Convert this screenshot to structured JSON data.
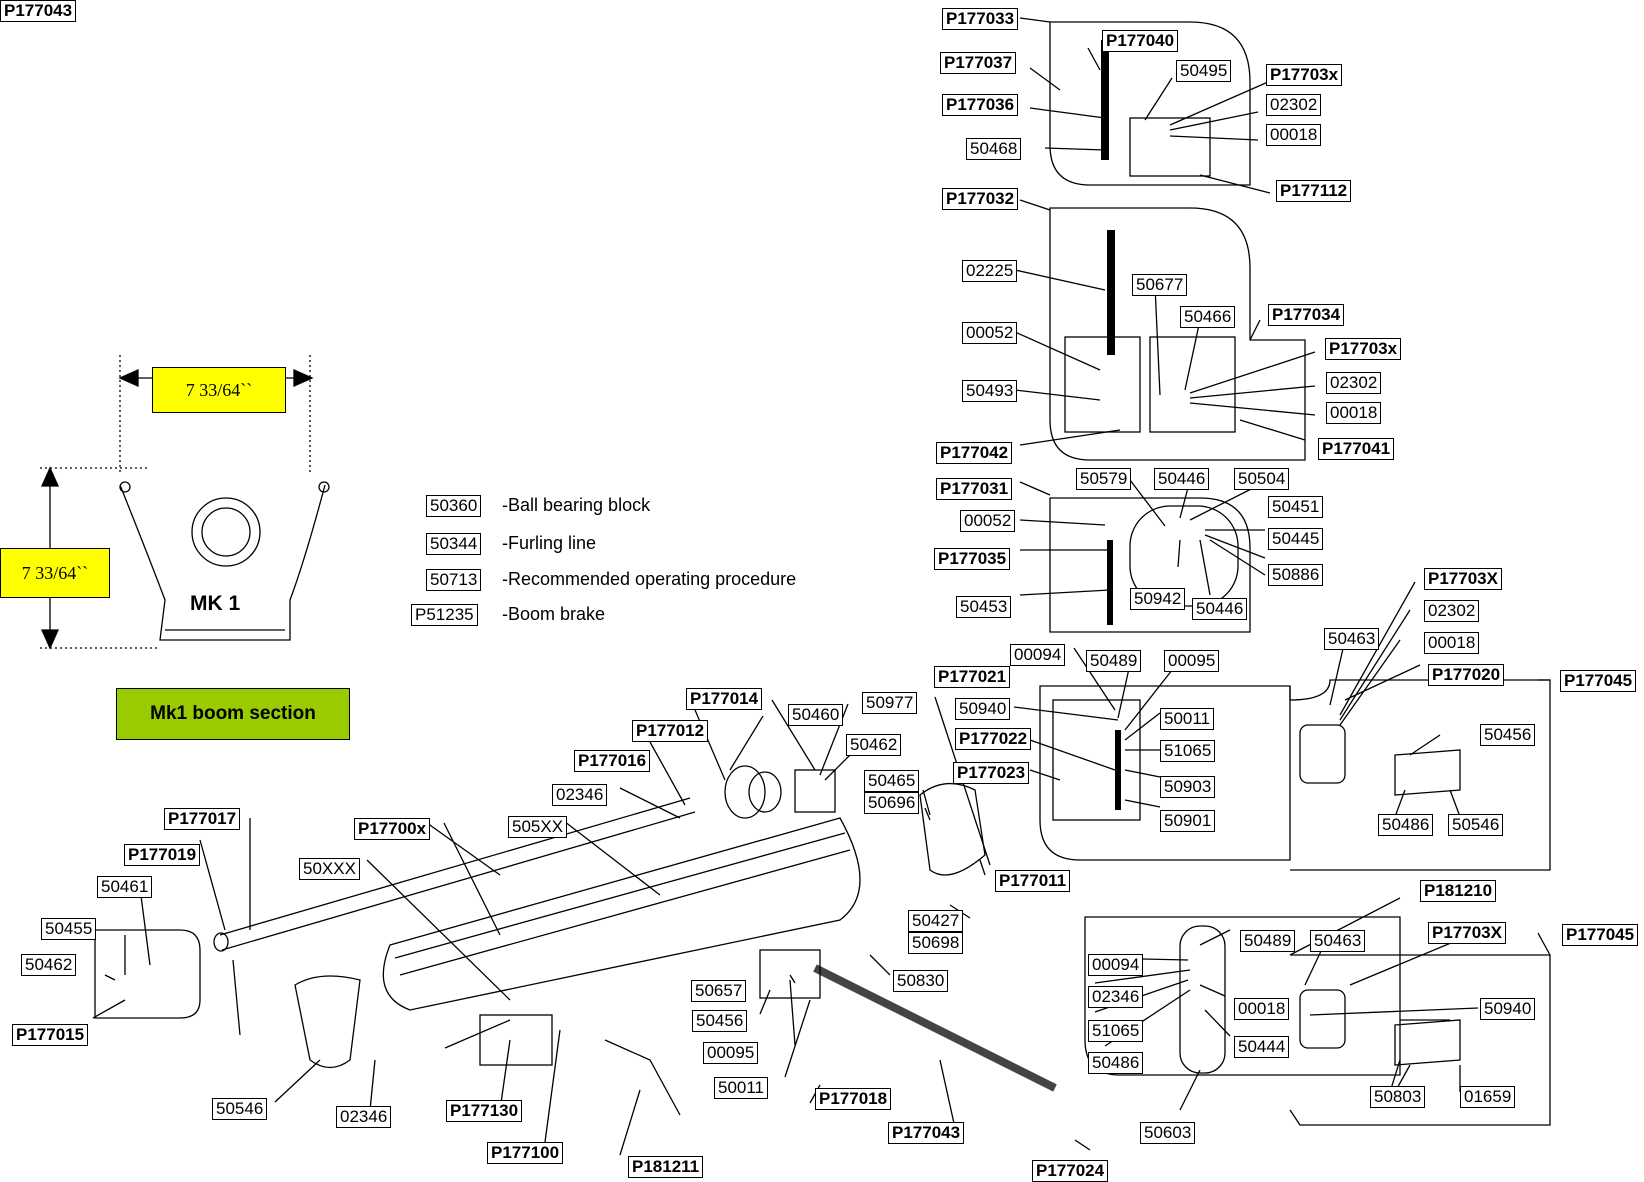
{
  "legend": [
    {
      "code": "50360",
      "text": "-Ball bearing block"
    },
    {
      "code": "50344",
      "text": "-Furling line"
    },
    {
      "code": "50713",
      "text": "-Recommended operating procedure"
    },
    {
      "code": "P51235",
      "text": "-Boom brake"
    }
  ],
  "boom_section": {
    "width_dim": "7  33/64``",
    "height_dim": "7  33/64``",
    "profile_label": "MK 1",
    "section_title": "Mk1 boom section"
  },
  "labels": [
    {
      "text": "P177033",
      "bold": true
    },
    {
      "text": "P177040",
      "bold": true
    },
    {
      "text": "P177037",
      "bold": true
    },
    {
      "text": "50495",
      "bold": false
    },
    {
      "text": "P17703x",
      "bold": true
    },
    {
      "text": "P177036",
      "bold": true
    },
    {
      "text": "02302",
      "bold": false
    },
    {
      "text": "00018",
      "bold": false
    },
    {
      "text": "50468",
      "bold": false
    },
    {
      "text": "P177112",
      "bold": true
    },
    {
      "text": "P177032",
      "bold": true
    },
    {
      "text": "02225",
      "bold": false
    },
    {
      "text": "50677",
      "bold": false
    },
    {
      "text": "50466",
      "bold": false
    },
    {
      "text": "P177034",
      "bold": true
    },
    {
      "text": "00052",
      "bold": false
    },
    {
      "text": "P17703x",
      "bold": true
    },
    {
      "text": "02302",
      "bold": false
    },
    {
      "text": "50493",
      "bold": false
    },
    {
      "text": "00018",
      "bold": false
    },
    {
      "text": "P177042",
      "bold": true
    },
    {
      "text": "P177041",
      "bold": true
    },
    {
      "text": "50579",
      "bold": false
    },
    {
      "text": "50446",
      "bold": false
    },
    {
      "text": "50504",
      "bold": false
    },
    {
      "text": "P177031",
      "bold": true
    },
    {
      "text": "50451",
      "bold": false
    },
    {
      "text": "00052",
      "bold": false
    },
    {
      "text": "50445",
      "bold": false
    },
    {
      "text": "P177035",
      "bold": true
    },
    {
      "text": "50886",
      "bold": false
    },
    {
      "text": "50942",
      "bold": false
    },
    {
      "text": "50453",
      "bold": false
    },
    {
      "text": "50446",
      "bold": false
    },
    {
      "text": "P17703X",
      "bold": true
    },
    {
      "text": "02302",
      "bold": false
    },
    {
      "text": "50463",
      "bold": false
    },
    {
      "text": "00018",
      "bold": false
    },
    {
      "text": "00094",
      "bold": false
    },
    {
      "text": "50489",
      "bold": false
    },
    {
      "text": "00095",
      "bold": false
    },
    {
      "text": "P177021",
      "bold": true
    },
    {
      "text": "P177020",
      "bold": true
    },
    {
      "text": "P177045",
      "bold": true
    },
    {
      "text": "P177014",
      "bold": true
    },
    {
      "text": "50977",
      "bold": false
    },
    {
      "text": "50940",
      "bold": false
    },
    {
      "text": "50011",
      "bold": false
    },
    {
      "text": "50460",
      "bold": false
    },
    {
      "text": "P177012",
      "bold": true
    },
    {
      "text": "50456",
      "bold": false
    },
    {
      "text": "P177022",
      "bold": true
    },
    {
      "text": "51065",
      "bold": false
    },
    {
      "text": "50462",
      "bold": false
    },
    {
      "text": "P177016",
      "bold": true
    },
    {
      "text": "P177023",
      "bold": true
    },
    {
      "text": "50465",
      "bold": false
    },
    {
      "text": "50903",
      "bold": false
    },
    {
      "text": "02346",
      "bold": false
    },
    {
      "text": "50696",
      "bold": false
    },
    {
      "text": "50901",
      "bold": false
    },
    {
      "text": "50486",
      "bold": false
    },
    {
      "text": "50546",
      "bold": false
    },
    {
      "text": "505XX",
      "bold": false
    },
    {
      "text": "P177017",
      "bold": true
    },
    {
      "text": "P17700x",
      "bold": true
    },
    {
      "text": "P177019",
      "bold": true
    },
    {
      "text": "50XXX",
      "bold": false
    },
    {
      "text": "P177011",
      "bold": true
    },
    {
      "text": "50461",
      "bold": false
    },
    {
      "text": "P181210",
      "bold": true
    },
    {
      "text": "50427",
      "bold": false
    },
    {
      "text": "50698",
      "bold": false
    },
    {
      "text": "50455",
      "bold": false
    },
    {
      "text": "P17703X",
      "bold": true
    },
    {
      "text": "P177045",
      "bold": true
    },
    {
      "text": "50489",
      "bold": false
    },
    {
      "text": "50463",
      "bold": false
    },
    {
      "text": "50462",
      "bold": false
    },
    {
      "text": "50830",
      "bold": false
    },
    {
      "text": "00094",
      "bold": false
    },
    {
      "text": "50657",
      "bold": false
    },
    {
      "text": "P177015",
      "bold": true
    },
    {
      "text": "02346",
      "bold": false
    },
    {
      "text": "50940",
      "bold": false
    },
    {
      "text": "50456",
      "bold": false
    },
    {
      "text": "00018",
      "bold": false
    },
    {
      "text": "51065",
      "bold": false
    },
    {
      "text": "00095",
      "bold": false
    },
    {
      "text": "50444",
      "bold": false
    },
    {
      "text": "50803",
      "bold": false
    },
    {
      "text": "50486",
      "bold": false
    },
    {
      "text": "01659",
      "bold": false
    },
    {
      "text": "50011",
      "bold": false
    },
    {
      "text": "50546",
      "bold": false
    },
    {
      "text": "P177130",
      "bold": true
    },
    {
      "text": "P177018",
      "bold": true
    },
    {
      "text": "02346",
      "bold": false
    },
    {
      "text": "P177043",
      "bold": true
    },
    {
      "text": "50603",
      "bold": false
    },
    {
      "text": "P177100",
      "bold": true
    },
    {
      "text": "P181211",
      "bold": true
    },
    {
      "text": "P177024",
      "bold": true
    },
    {
      "text": "P51235",
      "bold": true
    },
    {
      "text": "P177043",
      "bold": true
    }
  ]
}
